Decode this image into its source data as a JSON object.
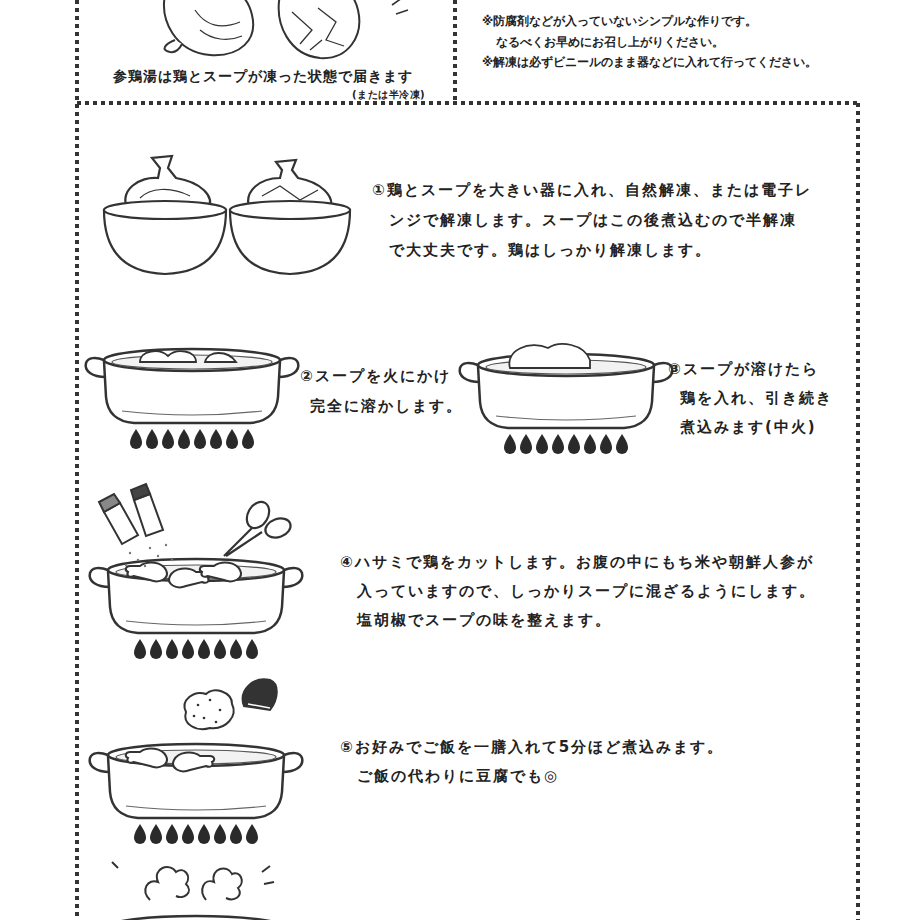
{
  "diagram": {
    "nodes": [
      {
        "text": [
          "参鶏湯は鶏とスープが凍った状態で届きます",
          "(または半冷凍)"
        ]
      },
      {
        "text": [
          "※防腐剤などが入っていないシンプルな作りです。 なるべくお早めにお召し上がりください。",
          "※解凍は必ずビニールのまま器などに入れて行ってください。"
        ]
      },
      {
        "text": [
          "①鶏とスープを大きい器に入れ、自然解凍、または電子レンジで解凍します。スープはこの後煮込むので半解凍で大丈夫です。鶏はしっかり解凍します。",
          "②スープを火にかけ完全に溶かします。",
          "③スープが溶けたら鶏を入れ、引き続き煮込みます(中火)",
          "④ハサミで鶏をカットします。お腹の中にもち米や朝鮮人参が入っていますので、しっかりスープに混ざるようにします。塩胡椒でスープの味を整えます。",
          "⑤お好みでご飯を一膳入れて5分ほど煮込みます。ご飯の代わりに豆腐でも◎"
        ]
      }
    ]
  }
}
